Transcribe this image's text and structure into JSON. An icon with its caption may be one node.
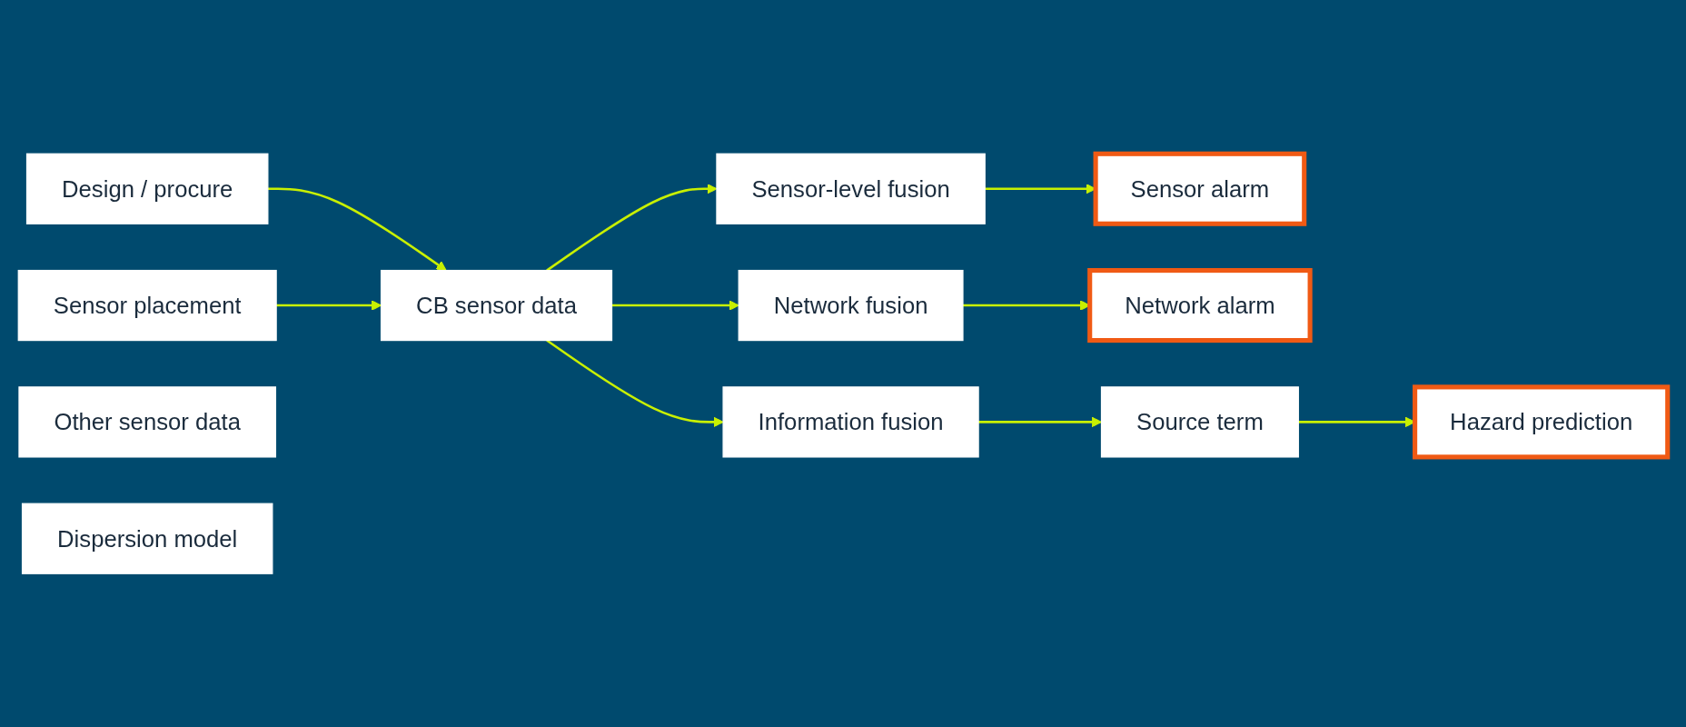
{
  "diagram": {
    "nodes": [
      {
        "text": [
          "Design / procure"
        ]
      },
      {
        "text": [
          "Sensor placement"
        ]
      },
      {
        "text": [
          "CB sensor data"
        ]
      },
      {
        "text": [
          "Sensor-level fusion"
        ]
      },
      {
        "text": [
          "Network fusion"
        ]
      },
      {
        "text": [
          "Information fusion"
        ]
      },
      {
        "text": [
          "Sensor alarm"
        ]
      },
      {
        "text": [
          "Network alarm"
        ]
      },
      {
        "text": [
          "Source term"
        ]
      },
      {
        "text": [
          "Hazard prediction"
        ]
      },
      {
        "text": [
          "Other sensor data"
        ]
      },
      {
        "text": [
          "Dispersion model"
        ]
      }
    ],
    "edges": [
      {
        "from": 0,
        "to": 2,
        "arrow": "to"
      },
      {
        "from": 1,
        "to": 2,
        "arrow": "to"
      },
      {
        "from": 2,
        "to": 3,
        "arrow": "to"
      },
      {
        "from": 2,
        "to": 4,
        "arrow": "to"
      },
      {
        "from": 2,
        "to": 5,
        "arrow": "to"
      },
      {
        "from": 3,
        "to": 6,
        "arrow": "to"
      },
      {
        "from": 4,
        "to": 7,
        "arrow": "to"
      },
      {
        "from": 5,
        "to": 8,
        "arrow": "to"
      },
      {
        "from": 8,
        "to": 9,
        "arrow": "to"
      }
    ]
  }
}
